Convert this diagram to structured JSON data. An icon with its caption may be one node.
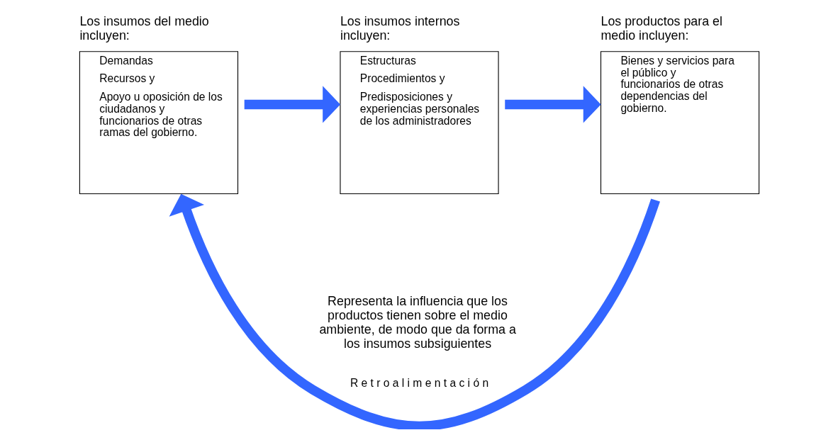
{
  "diagram": {
    "nodes": [
      {
        "text": [
          "Los insumos del medio incluyen:",
          "Demandas",
          "Recursos y",
          "Apoyo u oposición de los ciudadanos y funcionarios de otras ramas del gobierno."
        ]
      },
      {
        "text": [
          "Los insumos internos incluyen:",
          "Estructuras",
          "Procedimientos y",
          "Predisposiciones y experiencias personales de los administradores"
        ]
      },
      {
        "text": [
          "Los productos para el medio incluyen:",
          "Bienes y servicios para el público y funcionarios de otras dependencias del gobierno."
        ]
      }
    ],
    "edges": [
      {
        "from": 0,
        "to": 1,
        "arrow": "to"
      },
      {
        "from": 1,
        "to": 2,
        "arrow": "to"
      },
      {
        "from": 2,
        "to": 0,
        "arrow": "to",
        "label": "R e t r o a l i m e n t a c i ó n"
      }
    ],
    "labels": [
      "Representa la influencia que los productos tienen sobre el medio ambiente, de modo que da forma a los insumos subsiguientes"
    ]
  }
}
